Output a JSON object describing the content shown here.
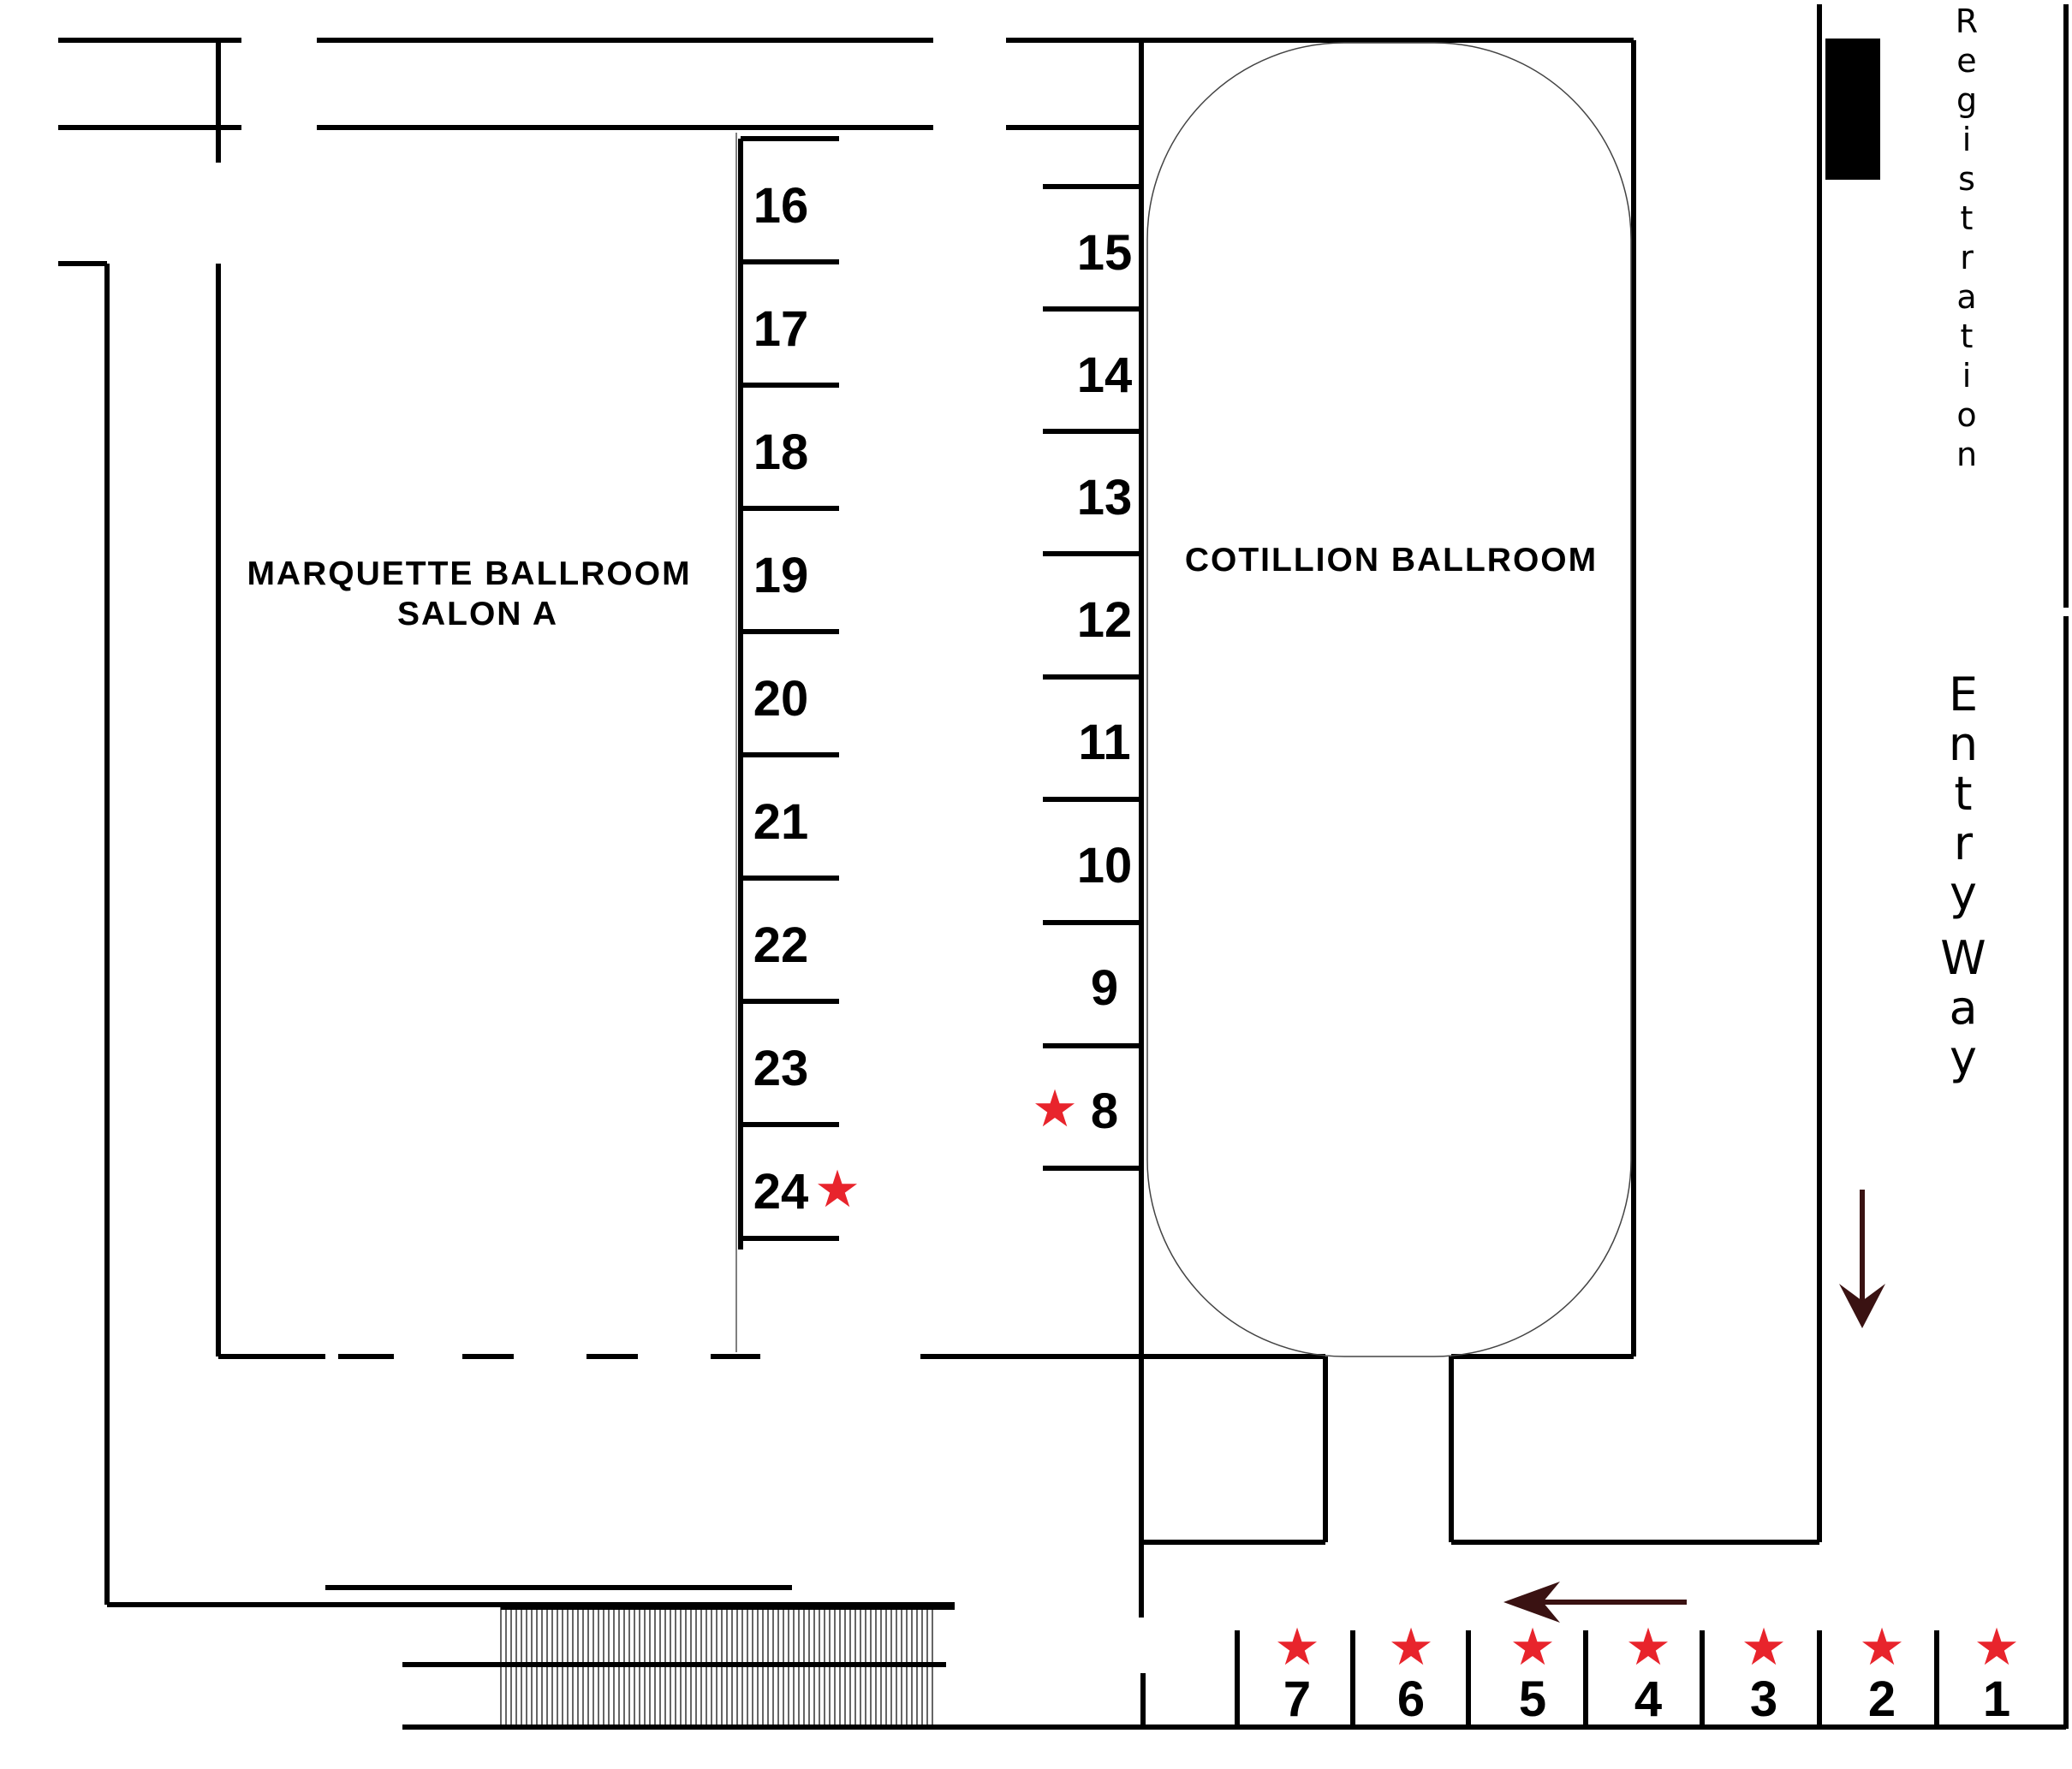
{
  "rooms": {
    "marquette": {
      "line1": "MARQUETTE  BALLROOM",
      "line2": "SALON  A"
    },
    "cotillion": "COTILLION  BALLROOM"
  },
  "registration_label": "Registration",
  "entry_label": [
    "Entry",
    "Way"
  ],
  "booths": {
    "bottom_row": [
      "7",
      "6",
      "5",
      "4",
      "3",
      "2",
      "1"
    ],
    "middle_column": [
      "15",
      "14",
      "13",
      "12",
      "11",
      "10",
      "9",
      "8"
    ],
    "left_column": [
      "16",
      "17",
      "18",
      "19",
      "20",
      "21",
      "22",
      "23",
      "24"
    ]
  },
  "highlighted_booths": [
    "1",
    "2",
    "3",
    "4",
    "5",
    "6",
    "7",
    "8",
    "24"
  ],
  "star_glyph": "★",
  "colors": {
    "wall": "#000000",
    "star": "#e8242c",
    "arrow": "#3a1212"
  }
}
